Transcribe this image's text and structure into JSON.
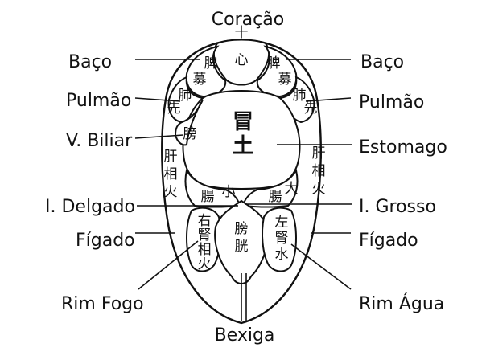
{
  "labels": {
    "heart": "Coração",
    "spleen_left": "Baço",
    "spleen_right": "Baço",
    "lung_left": "Pulmão",
    "lung_right": "Pulmão",
    "gallbladder": "V. Biliar",
    "stomach": "Estomago",
    "small_intestine": "I. Delgado",
    "large_intestine": "I. Grosso",
    "liver_left": "Fígado",
    "liver_right": "Fígado",
    "kidney_fire": "Rim Fogo",
    "kidney_water": "Rim Água",
    "bladder": "Bexiga"
  },
  "cjk": {
    "heart_top": "十",
    "heart": "心",
    "spleen_l1": "脾",
    "spleen_l2": "募",
    "spleen_r1": "脾",
    "spleen_r2": "募",
    "lung_l1": "肺",
    "lung_l2": "先",
    "lung_r1": "肺",
    "lung_r2": "先",
    "gall": "膀",
    "stomach1": "冒",
    "stomach2": "土",
    "liver_l1": "肝",
    "liver_l2": "相",
    "liver_l3": "火",
    "liver_r1": "肝",
    "liver_r2": "相",
    "liver_r3": "火",
    "si1": "腸",
    "si2": "小",
    "li1": "大",
    "li2": "腸",
    "kf1": "右",
    "kf2": "腎",
    "kf3": "相",
    "kf4": "火",
    "bl1": "膀",
    "bl2": "胱",
    "kw1": "左",
    "kw2": "腎",
    "kw3": "水"
  }
}
